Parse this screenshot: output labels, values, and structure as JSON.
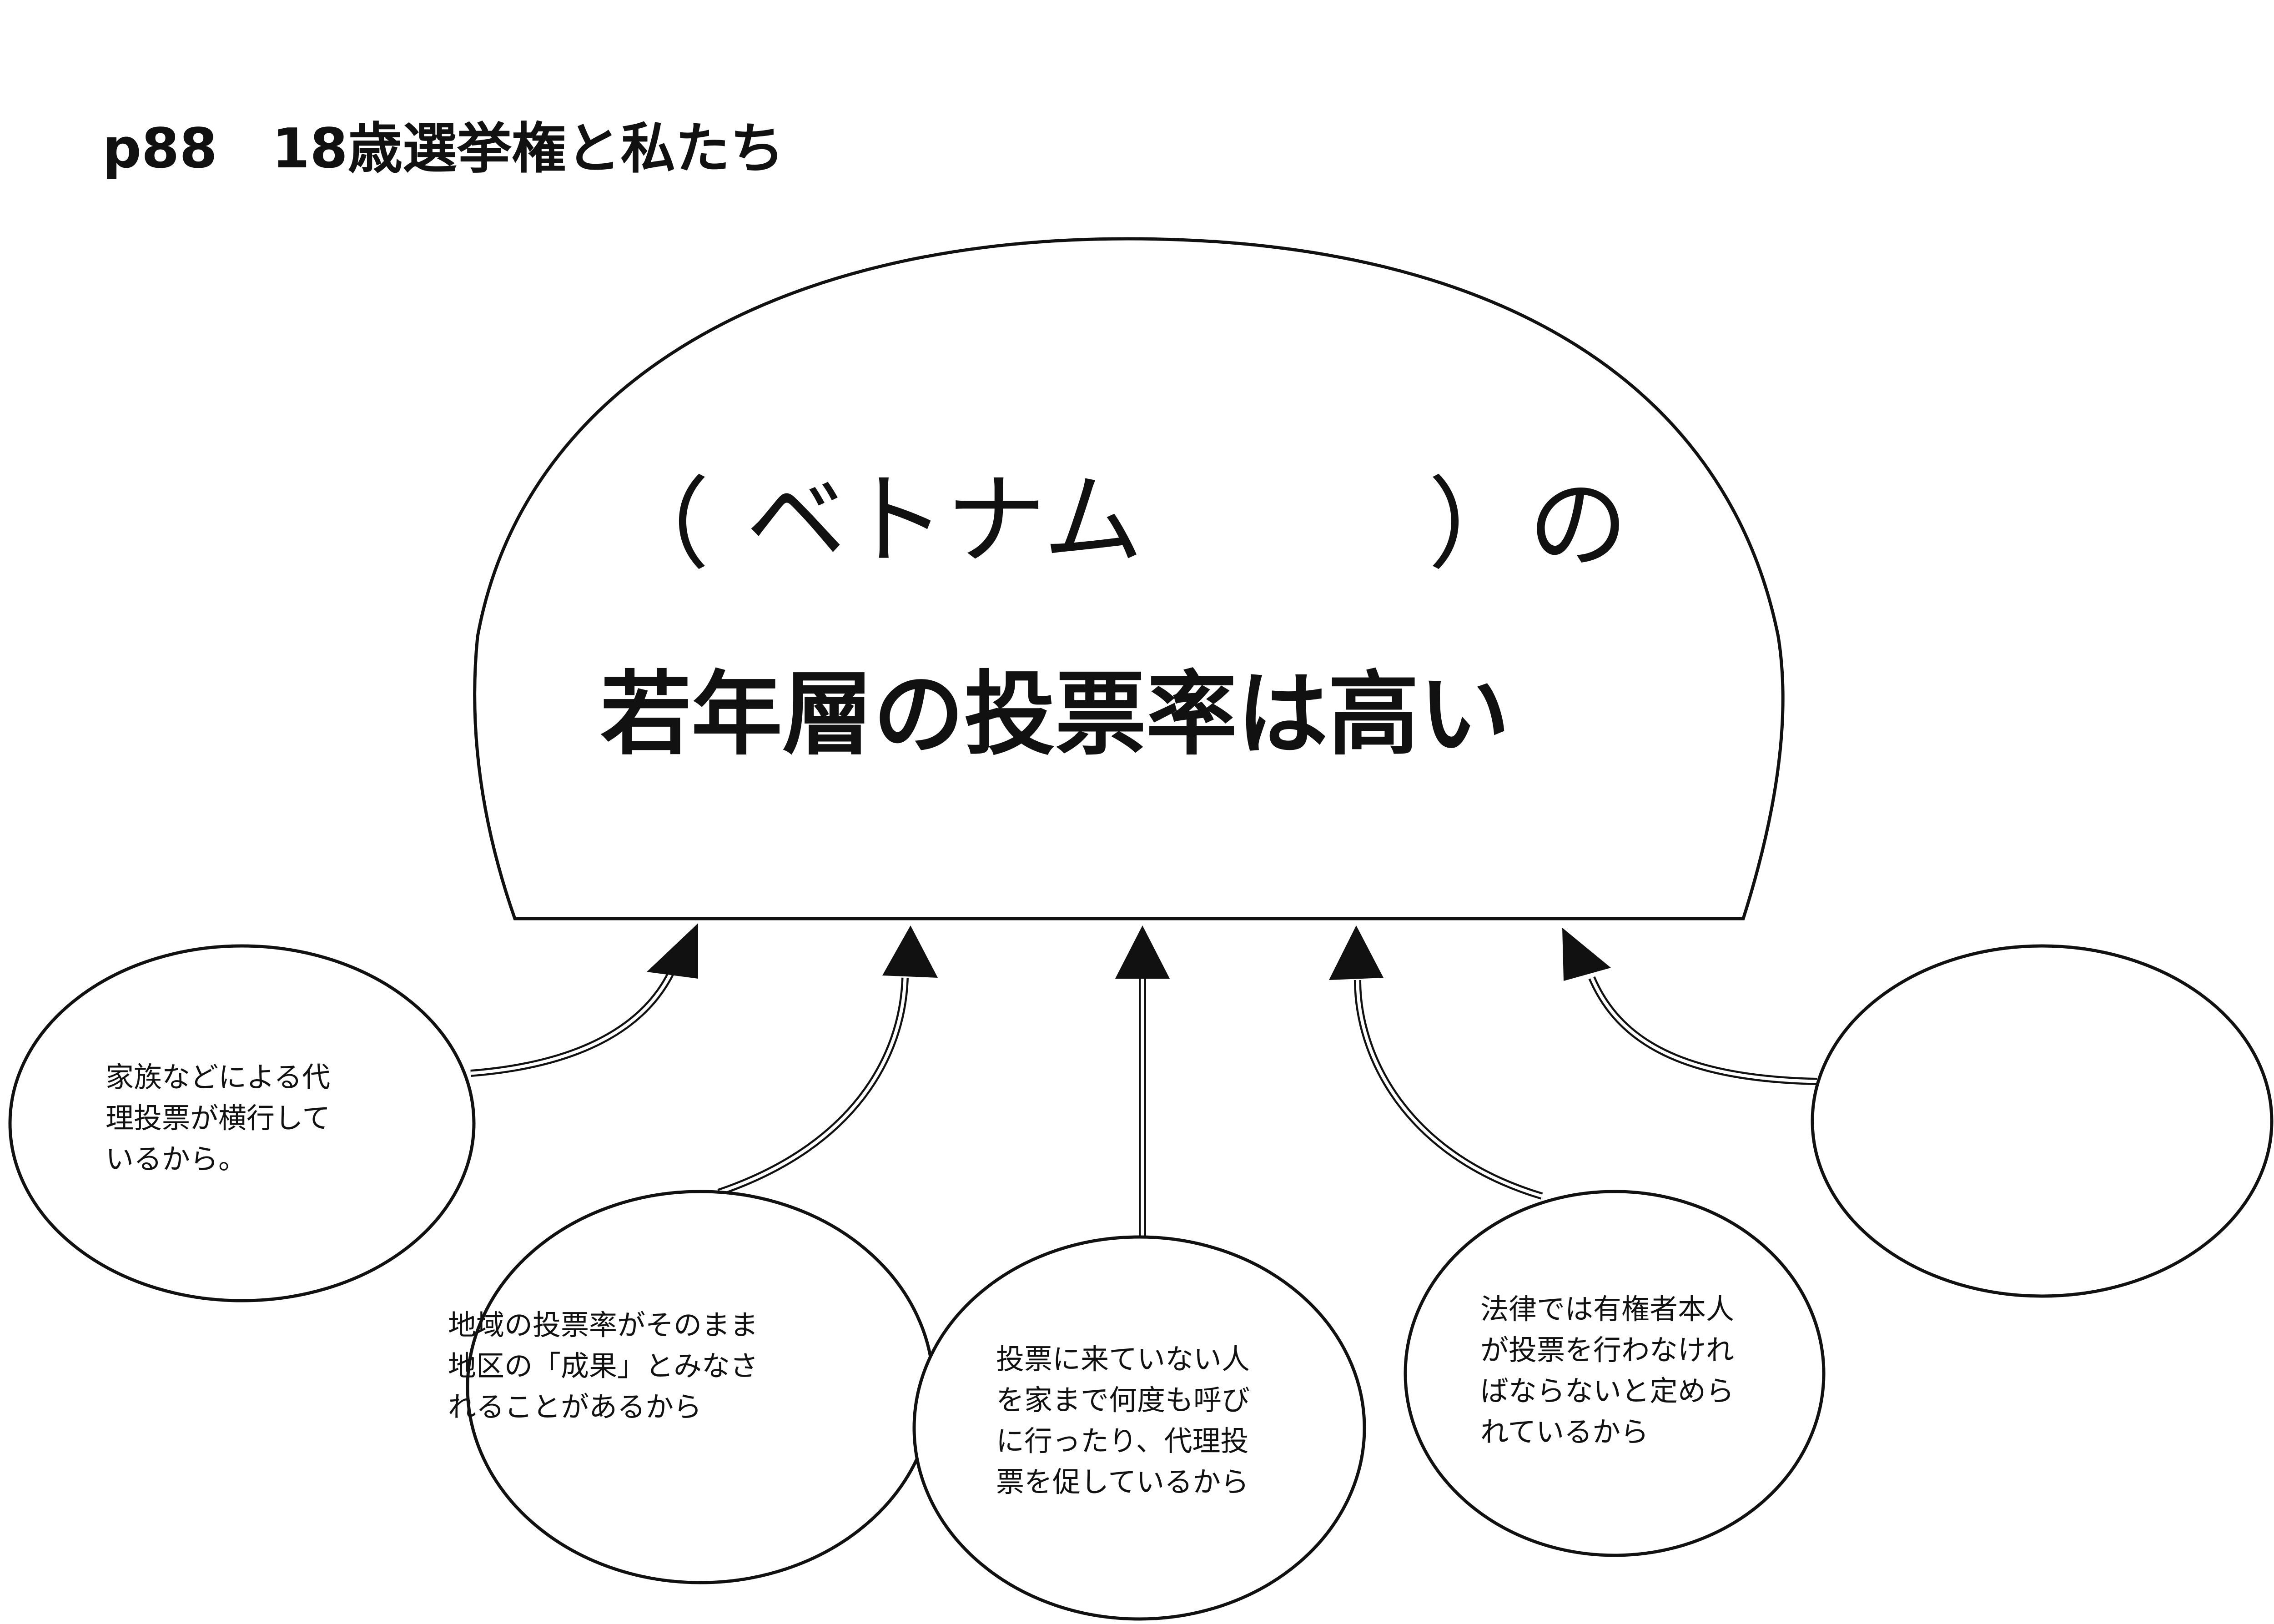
{
  "title": "p88　18歳選挙権と私たち",
  "main": {
    "open_paren": "（",
    "answer": "ベトナム",
    "close_paren": "）の",
    "statement": "若年層の投票率は高い"
  },
  "reasons": [
    {
      "lines": [
        "家族などによる代",
        "理投票が横行して",
        "いるから。"
      ]
    },
    {
      "lines": [
        "地域の投票率がそのまま",
        "地区の「成果」とみなさ",
        "れることがあるから"
      ]
    },
    {
      "lines": [
        "投票に来ていない人",
        "を家まで何度も呼び",
        "に行ったり、代理投",
        "票を促しているから"
      ]
    },
    {
      "lines": [
        "法律では有権者本人",
        "が投票を行わなけれ",
        "ばならないと定めら",
        "れているから"
      ]
    },
    {
      "lines": []
    }
  ]
}
